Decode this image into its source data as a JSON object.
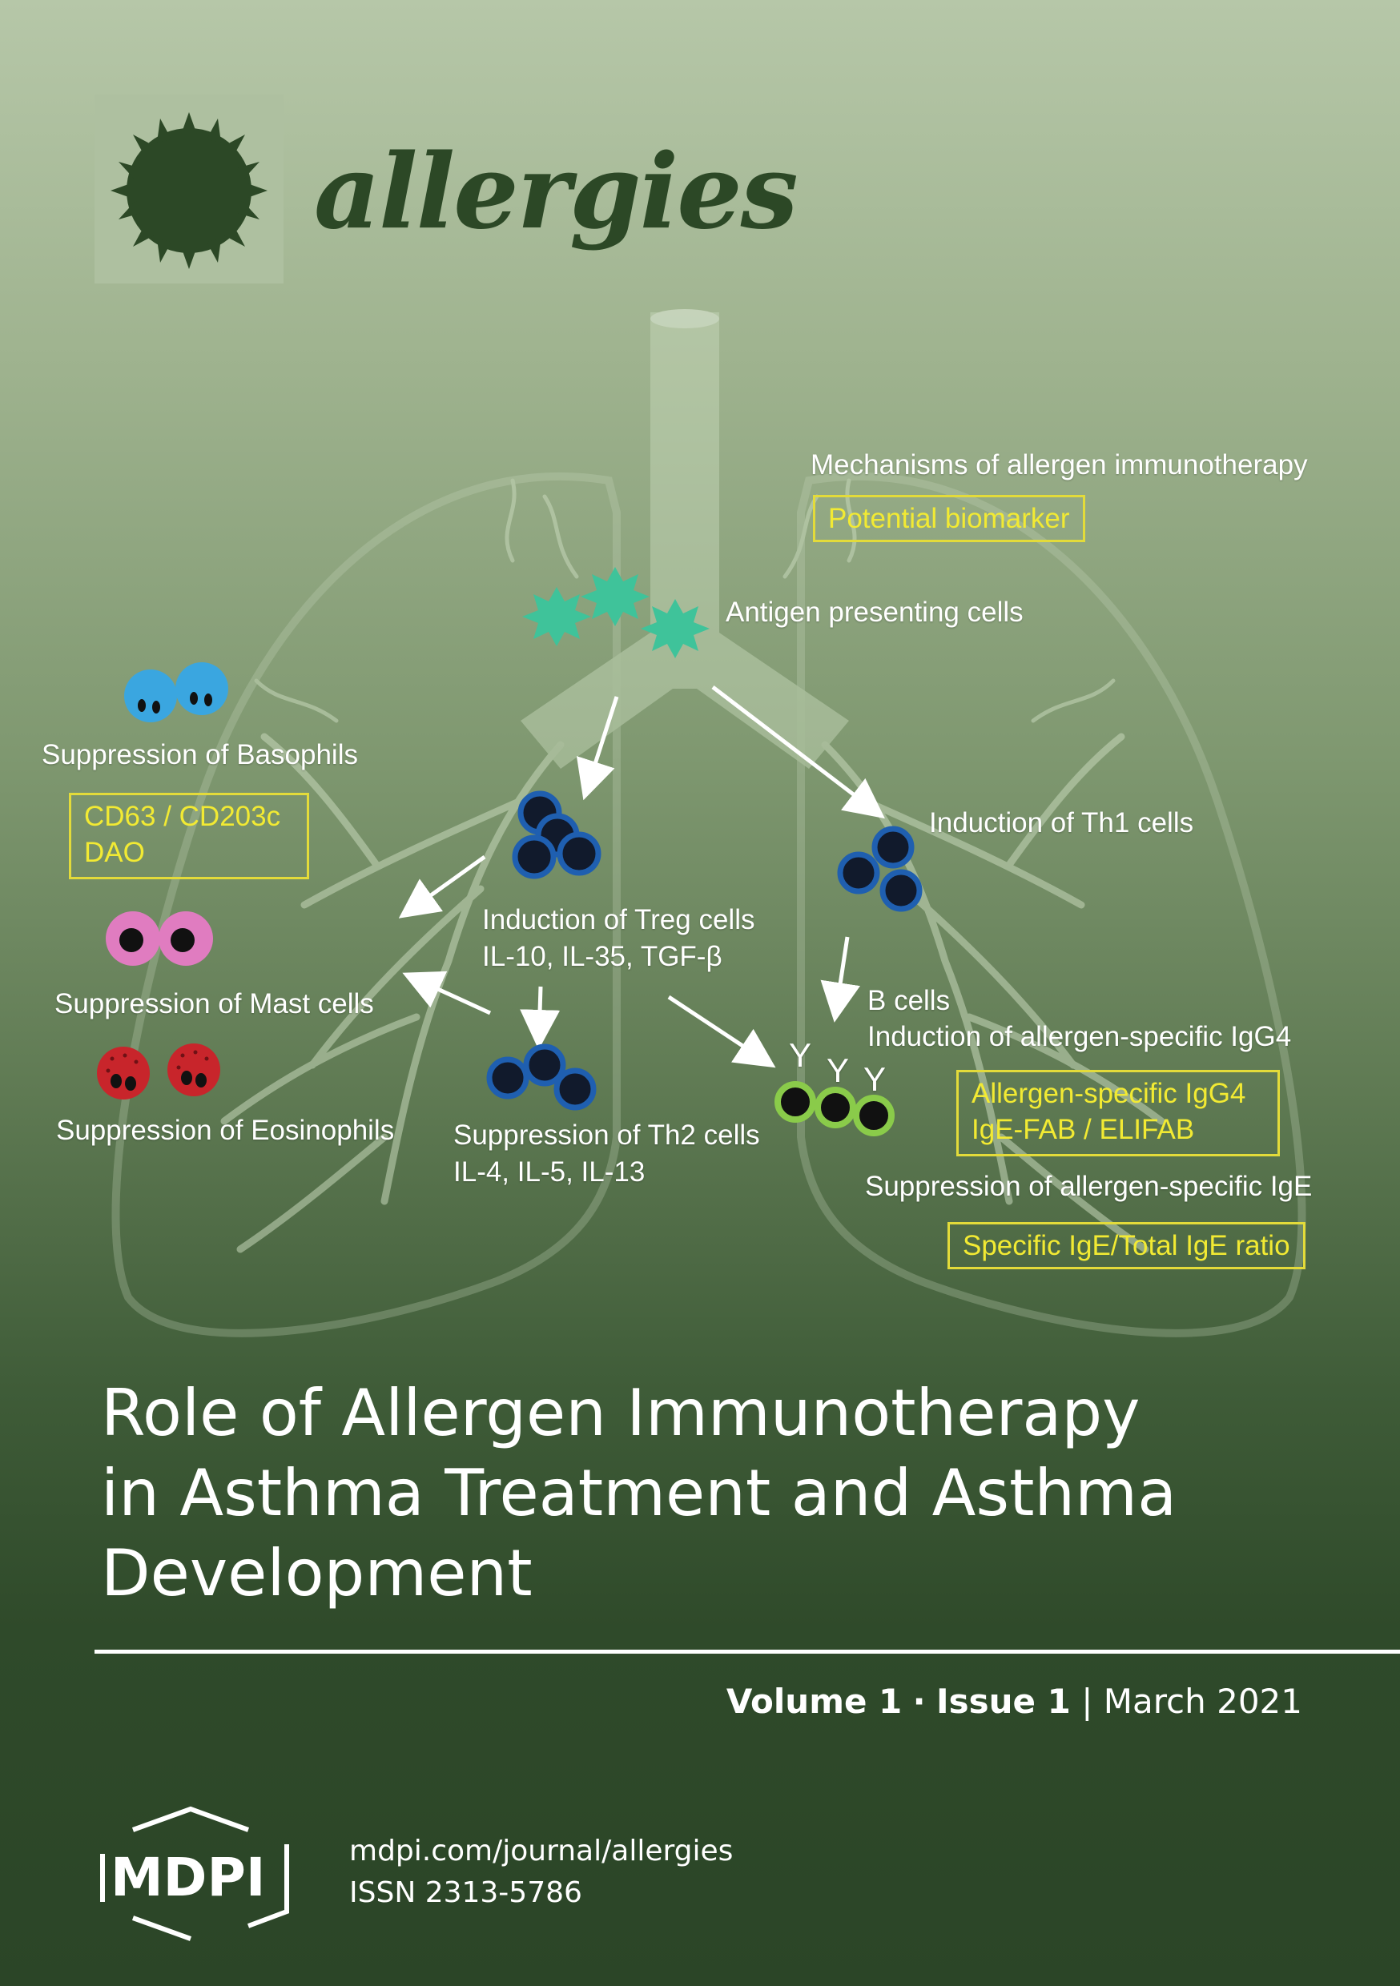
{
  "journal": {
    "name": "allergies"
  },
  "figure": {
    "heading": "Mechanisms of allergen immunotherapy",
    "biomarker_key": "Potential biomarker",
    "apc": "Antigen presenting cells",
    "basophils": "Suppression of Basophils",
    "basophil_markers": [
      "CD63 / CD203c",
      "DAO"
    ],
    "mast": "Suppression of Mast cells",
    "eosinophils": "Suppression of Eosinophils",
    "treg": [
      "Induction of Treg cells",
      "IL-10, IL-35, TGF-β"
    ],
    "th2": [
      "Suppression of Th2 cells",
      "IL-4, IL-5, IL-13"
    ],
    "th1": "Induction of Th1 cells",
    "bcells": [
      "B cells",
      "Induction of allergen-specific IgG4"
    ],
    "igg4_markers": [
      "Allergen-specific IgG4",
      "IgE-FAB / ELIFAB"
    ],
    "ige": "Suppression of allergen-specific IgE",
    "ige_marker": "Specific IgE/Total IgE ratio",
    "antibody_glyph": "Y"
  },
  "title_lines": [
    "Role of Allergen Immunotherapy",
    "in Asthma Treatment and Asthma",
    "Development"
  ],
  "issue": {
    "volume": "Volume 1",
    "sep": "·",
    "issue": "Issue 1",
    "divider": "|",
    "date": "March 2021"
  },
  "publisher": {
    "logo_text": "MDPI",
    "url": "mdpi.com/journal/allergies",
    "issn": "ISSN 2313-5786"
  },
  "colors": {
    "apc": "#3fc39a",
    "tcell_ring": "#1f5fb0",
    "basophil": "#3aa6e0",
    "mast": "#e07cc0",
    "eosinophil": "#c8252b",
    "bcell_ring": "#8acb4a",
    "biomarker": "#f2ea33",
    "logo": "#2c4826"
  },
  "icons": [
    "pollen-icon",
    "lungs-illustration",
    "mdpi-hexagon-icon"
  ]
}
